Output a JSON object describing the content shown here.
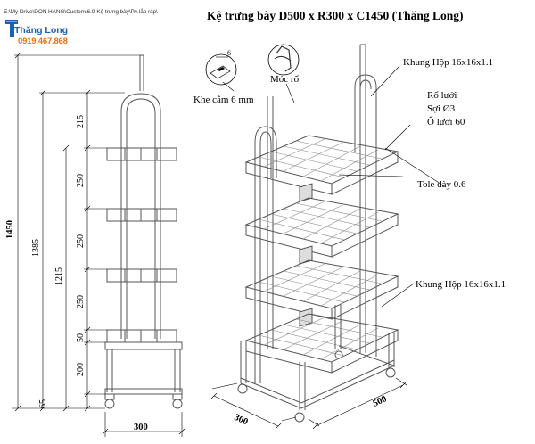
{
  "file_path": "E:\\My Drive\\DON HANG\\Custom\\6.9-Kệ trưng bày\\PA lắp ráp\\",
  "logo": {
    "brand": "Thăng Long",
    "phone": "0919.467.868"
  },
  "title": "Kệ trưng bày D500 x R300 x C1450 (Thăng Long)",
  "annotations": {
    "slot_width": "6",
    "slot_label": "Khe cắm 6 mm",
    "hook_label": "Móc rổ",
    "frame_top": "Khung Hộp 16x16x1.1",
    "basket_line1": "Rổ lưới",
    "basket_line2": "Sợi Ø3",
    "basket_line3": "Ô lưới 60",
    "sheet_label": "Tole dày 0.6",
    "frame_bottom": "Khung Hộp 16x16x1.1"
  },
  "dimensions": {
    "height_total": "1450",
    "height_1385": "1385",
    "height_1215": "1215",
    "seg_215": "215",
    "seg_250a": "250",
    "seg_250b": "250",
    "seg_250c": "250",
    "seg_50": "50",
    "seg_200": "200",
    "seg_65": "65",
    "width_front": "300",
    "depth_iso": "300",
    "length_iso": "500"
  }
}
